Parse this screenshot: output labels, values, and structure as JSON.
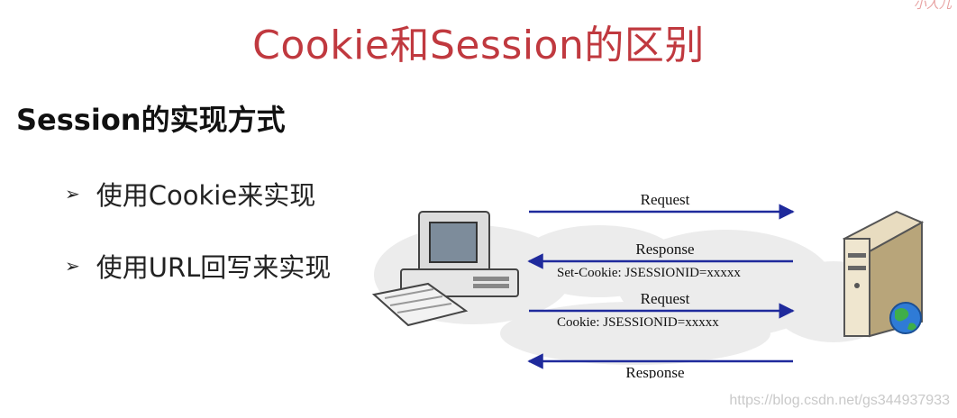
{
  "title": "Cookie和Session的区别",
  "top_mark": "小人儿",
  "subtitle": "Session的实现方式",
  "bullets": [
    {
      "marker": "➢",
      "text": "使用Cookie来实现"
    },
    {
      "marker": "➢",
      "text": "使用URL回写来实现"
    }
  ],
  "diagram": {
    "arrows": [
      {
        "label": "Request",
        "sublabel": ""
      },
      {
        "label": "Response",
        "sublabel": "Set-Cookie: JSESSIONID=xxxxx"
      },
      {
        "label": "Request",
        "sublabel": "Cookie: JSESSIONID=xxxxx"
      },
      {
        "label": "Response",
        "sublabel": ""
      }
    ],
    "arrow_color": "#1f2a9c"
  },
  "watermark": "https://blog.csdn.net/gs344937933"
}
